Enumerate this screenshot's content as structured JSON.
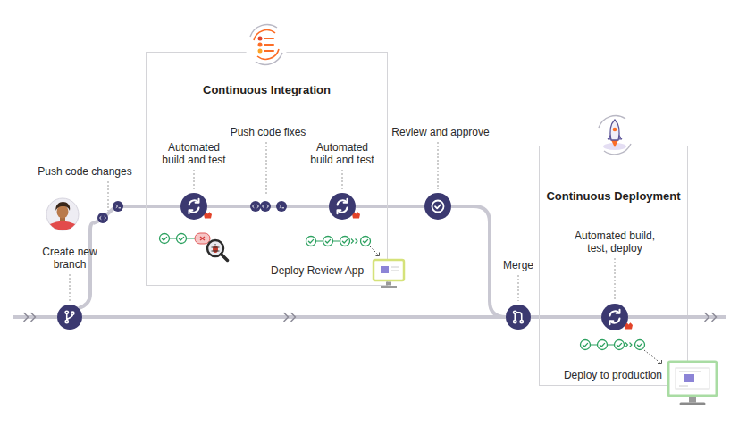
{
  "diagram": {
    "nodes": [
      {
        "text": [
          "Create new branch"
        ]
      },
      {
        "text": [
          "Push code changes"
        ]
      },
      {
        "text": [
          "Continuous Integration"
        ]
      },
      {
        "text": [
          "Automated build and test"
        ],
        "in": 2
      },
      {
        "text": [
          "Push code fixes"
        ],
        "in": 2
      },
      {
        "text": [
          "Automated build and test"
        ],
        "in": 2
      },
      {
        "text": [
          "Review and approve"
        ]
      },
      {
        "text": [
          "Merge"
        ]
      },
      {
        "text": [
          "Continuous Deployment"
        ]
      },
      {
        "text": [
          "Automated build, test, deploy"
        ],
        "in": 8
      }
    ],
    "edges": [
      {
        "from": 0,
        "to": 1,
        "arrow": "none"
      },
      {
        "from": 1,
        "to": 3,
        "arrow": "none"
      },
      {
        "from": 3,
        "to": 4,
        "arrow": "none"
      },
      {
        "from": 4,
        "to": 5,
        "arrow": "none"
      },
      {
        "from": 5,
        "to": 6,
        "arrow": "none"
      },
      {
        "from": 6,
        "to": 7,
        "arrow": "none"
      },
      {
        "from": 0,
        "to": 7,
        "arrow": "none"
      },
      {
        "from": 7,
        "to": 9,
        "arrow": "none"
      }
    ],
    "labels": [
      "Deploy Review App",
      "Deploy to production"
    ]
  }
}
